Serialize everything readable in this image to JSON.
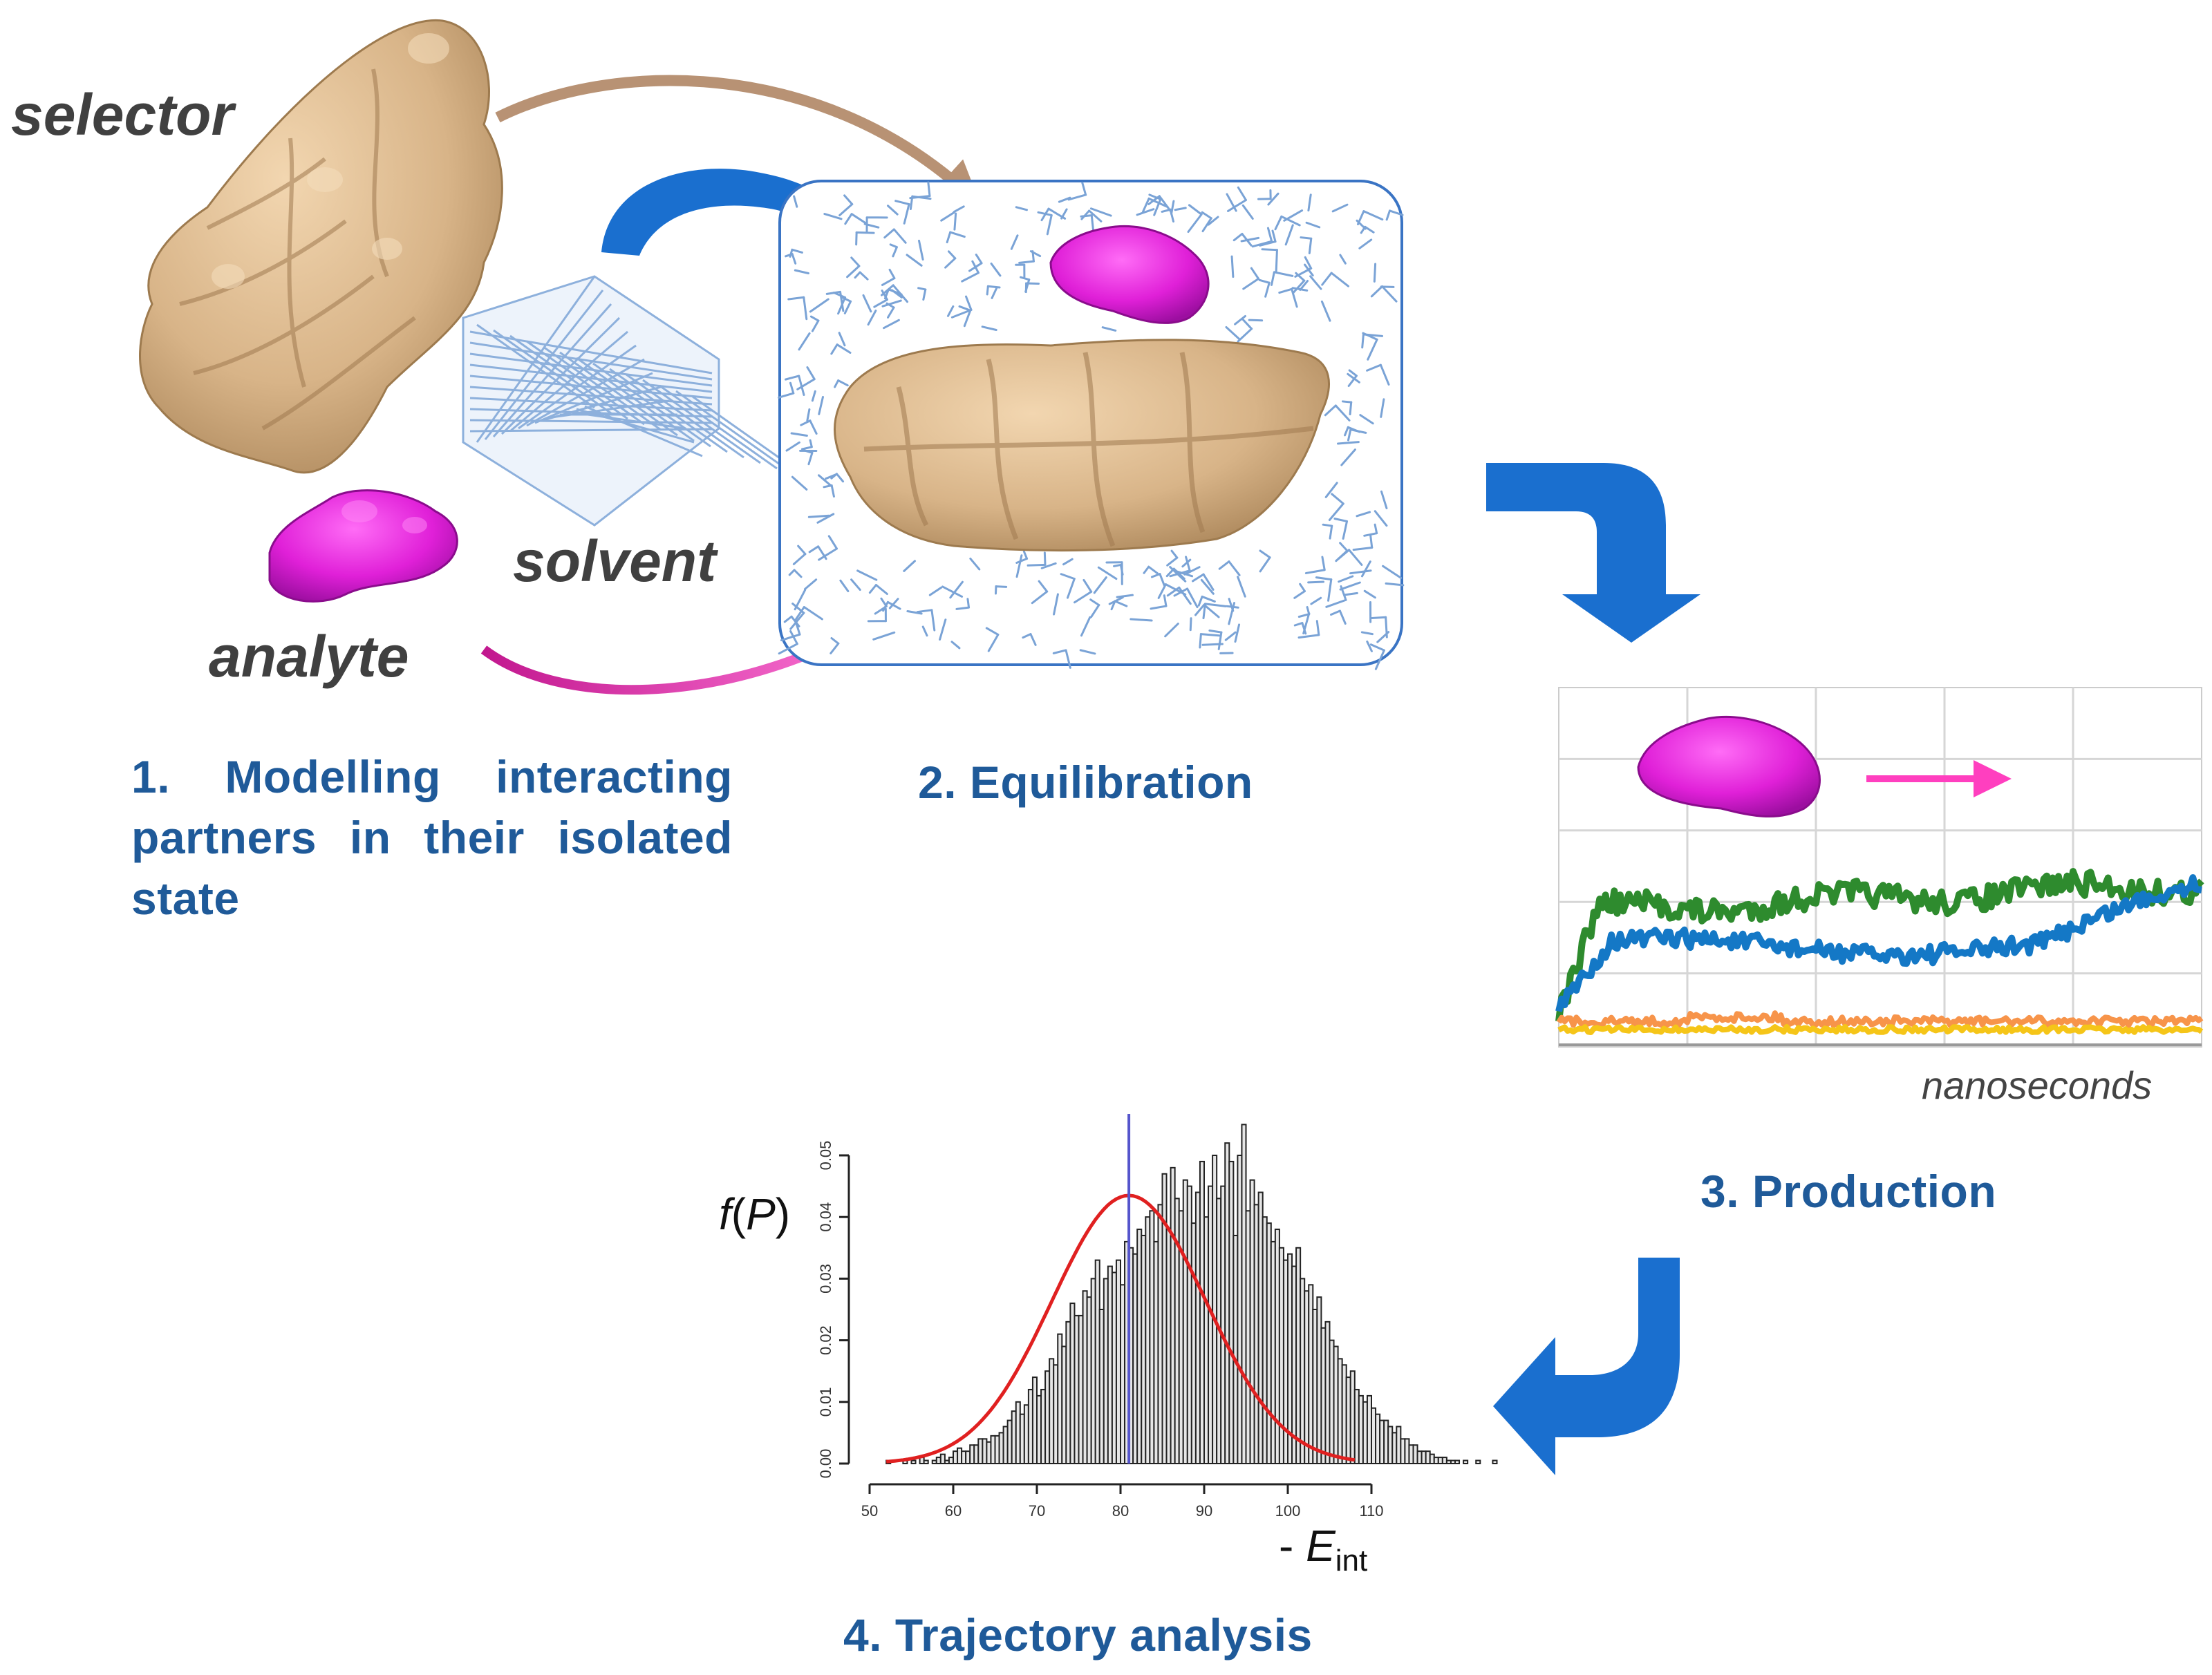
{
  "labels": {
    "selector": "selector",
    "solvent": "solvent",
    "analyte": "analyte"
  },
  "steps": {
    "step1": "1.  Modelling  interacting partners in their isolated state",
    "step2": "2. Equilibration",
    "step3": "3. Production",
    "step4": "4. Trajectory analysis"
  },
  "production_plot": {
    "x_label": "nanoseconds"
  },
  "colors": {
    "selector_surface": "#d8b488",
    "analyte_surface": "#e020d8",
    "solvent": "#7aa3d6",
    "flow_arrow": "#1a6fcf",
    "step_text": "#1f5a99",
    "selector_arrow": "#b89274",
    "analyte_arrow": "#e040c0"
  },
  "chart_data": {
    "type": "histogram",
    "xlabel_f": "f",
    "xlabel_p": "P",
    "ylabel_prefix": "- ",
    "ylabel_e": "E",
    "ylabel_sub": "int",
    "xlim": [
      50,
      110
    ],
    "ylim": [
      0,
      0.05
    ],
    "xticks": [
      "50",
      "60",
      "70",
      "80",
      "90",
      "100",
      "110"
    ],
    "yticks": [
      "0.00",
      "0.01",
      "0.02",
      "0.03",
      "0.04",
      "0.05"
    ],
    "bin_width": 0.5,
    "bins_start": 52,
    "counts": [
      0.0005,
      0.0,
      0.0,
      0.0,
      0.0005,
      0.0,
      0.0005,
      0.0,
      0.001,
      0.0005,
      0.0,
      0.0005,
      0.001,
      0.0015,
      0.0005,
      0.001,
      0.002,
      0.0025,
      0.002,
      0.002,
      0.003,
      0.003,
      0.004,
      0.004,
      0.0035,
      0.0045,
      0.0045,
      0.005,
      0.006,
      0.007,
      0.0085,
      0.01,
      0.008,
      0.0095,
      0.012,
      0.014,
      0.011,
      0.012,
      0.015,
      0.017,
      0.016,
      0.021,
      0.019,
      0.023,
      0.026,
      0.024,
      0.024,
      0.028,
      0.027,
      0.03,
      0.033,
      0.025,
      0.03,
      0.032,
      0.031,
      0.033,
      0.029,
      0.036,
      0.035,
      0.034,
      0.038,
      0.037,
      0.04,
      0.041,
      0.036,
      0.042,
      0.047,
      0.038,
      0.048,
      0.043,
      0.041,
      0.046,
      0.045,
      0.039,
      0.044,
      0.049,
      0.04,
      0.045,
      0.05,
      0.043,
      0.045,
      0.052,
      0.049,
      0.037,
      0.05,
      0.055,
      0.041,
      0.046,
      0.042,
      0.044,
      0.04,
      0.039,
      0.036,
      0.038,
      0.035,
      0.033,
      0.034,
      0.032,
      0.035,
      0.03,
      0.028,
      0.029,
      0.025,
      0.027,
      0.022,
      0.023,
      0.02,
      0.019,
      0.017,
      0.016,
      0.014,
      0.015,
      0.012,
      0.011,
      0.01,
      0.011,
      0.009,
      0.008,
      0.007,
      0.007,
      0.006,
      0.005,
      0.006,
      0.004,
      0.004,
      0.003,
      0.003,
      0.002,
      0.002,
      0.002,
      0.0015,
      0.001,
      0.001,
      0.001,
      0.0005,
      0.0005,
      0.0005,
      0.0,
      0.0005,
      0.0,
      0.0,
      0.0005,
      0.0,
      0.0,
      0.0,
      0.0005
    ],
    "fit": {
      "type": "normal",
      "mean": 81,
      "sd": 9.2,
      "peak": 0.0435
    },
    "vline": 81
  }
}
